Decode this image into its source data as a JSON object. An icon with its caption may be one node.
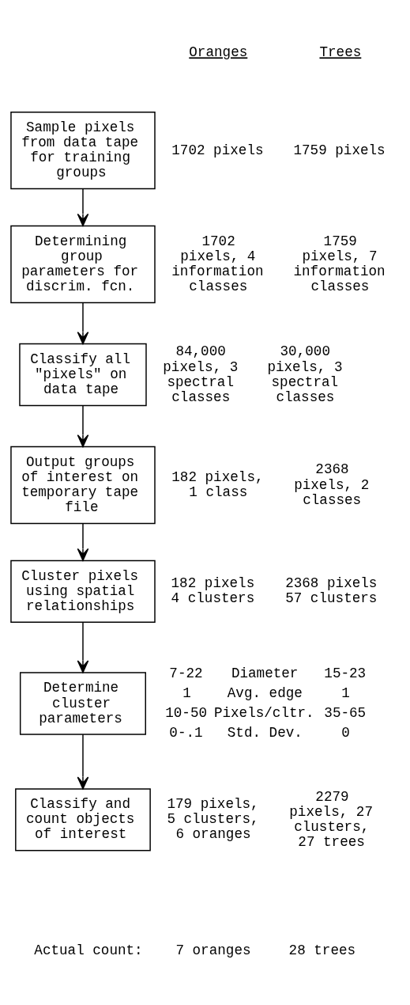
{
  "diagram": {
    "nodes": [
      {
        "text": [
          "Sample pixels from data tape for training groups"
        ],
        "beside": [
          "1702 pixels",
          "1759 pixels"
        ]
      },
      {
        "text": [
          "Determining group parameters for discrim. fcn."
        ],
        "beside": [
          "1702 pixels, 4 information classes",
          "1759 pixels, 7 information classes"
        ]
      },
      {
        "text": [
          "Classify all \"pixels\" on data tape"
        ],
        "beside": [
          "84,000 pixels, 3 spectral classes",
          "30,000 pixels, 3 spectral classes"
        ]
      },
      {
        "text": [
          "Output groups of interest on temporary tape file"
        ],
        "beside": [
          "182 pixels, 1 class",
          "2368 pixels, 2 classes"
        ]
      },
      {
        "text": [
          "Cluster pixels using spatial relationships"
        ],
        "beside": [
          "182 pixels 4 clusters",
          "2368 pixels 57 clusters"
        ]
      },
      {
        "text": [
          "Determine cluster parameters"
        ],
        "beside": [
          "7-22",
          "Diameter",
          "15-23",
          "1",
          "Avg. edge",
          "1",
          "10-50",
          "Pixels/cltr.",
          "35-65",
          "0-.1",
          "Std. Dev.",
          "0"
        ]
      },
      {
        "text": [
          "Classify and count objects of interest"
        ],
        "beside": [
          "179 pixels, 5 clusters, 6 oranges",
          "2279 pixels, 27 clusters, 27 trees"
        ]
      }
    ],
    "edges": [
      {
        "from": 0,
        "to": 1,
        "arrow": "to"
      },
      {
        "from": 1,
        "to": 2,
        "arrow": "to"
      },
      {
        "from": 2,
        "to": 3,
        "arrow": "to"
      },
      {
        "from": 3,
        "to": 4,
        "arrow": "to"
      },
      {
        "from": 4,
        "to": 5,
        "arrow": "to"
      },
      {
        "from": 5,
        "to": 6,
        "arrow": "to"
      }
    ],
    "labels": [
      "Oranges",
      "Trees",
      "Actual count:",
      "7 oranges",
      "28 trees"
    ]
  }
}
